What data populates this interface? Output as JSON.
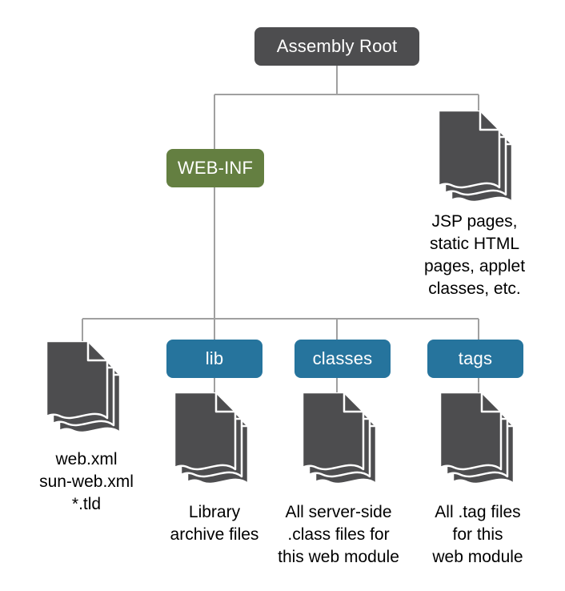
{
  "colors": {
    "root": "#4d4d4f",
    "web_inf": "#647f41",
    "directory": "#26749d",
    "document": "#4d4d4f",
    "connector": "#a0a0a0"
  },
  "nodes": {
    "root": "Assembly Root",
    "web_inf": "WEB-INF",
    "lib": "lib",
    "classes": "classes",
    "tags": "tags"
  },
  "documents": {
    "root_files": {
      "icon": "document-stack-icon",
      "caption": [
        "JSP pages,",
        "static HTML",
        "pages, applet",
        "classes, etc."
      ]
    },
    "web_inf_files": {
      "icon": "document-stack-icon",
      "caption": [
        "web.xml",
        "sun-web.xml",
        "*.tld"
      ]
    },
    "lib_files": {
      "icon": "document-stack-icon",
      "caption": [
        "Library",
        "archive files"
      ]
    },
    "classes_files": {
      "icon": "document-stack-icon",
      "caption": [
        "All server-side",
        ".class files for",
        "this web module"
      ]
    },
    "tags_files": {
      "icon": "document-stack-icon",
      "caption": [
        "All .tag files",
        "for this",
        "web module"
      ]
    }
  }
}
